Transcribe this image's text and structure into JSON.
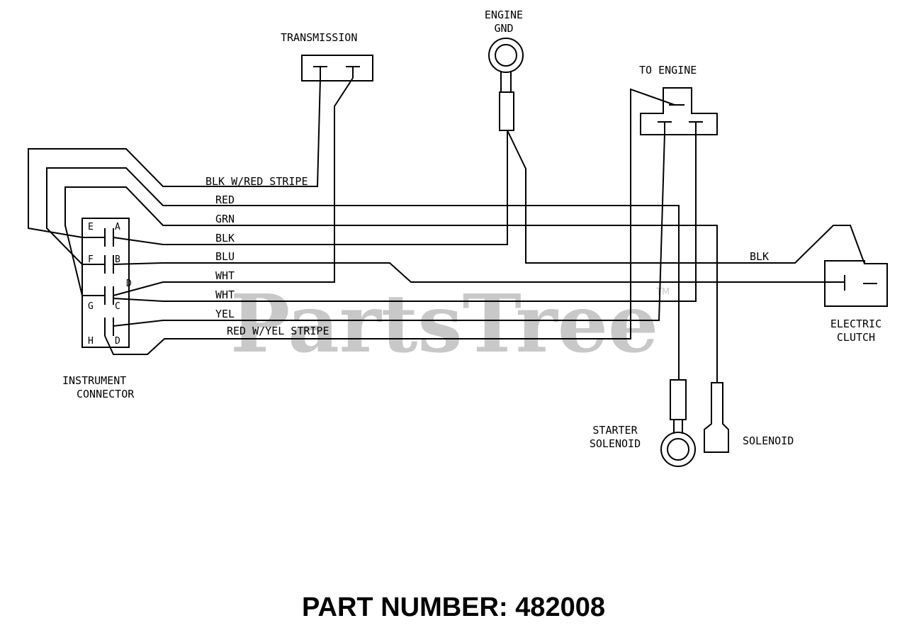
{
  "watermark": {
    "text": "PartsTree",
    "tm": "TM"
  },
  "components": {
    "transmission": "TRANSMISSION",
    "engine_gnd": [
      "ENGINE",
      "GND"
    ],
    "to_engine": "TO ENGINE",
    "electric_clutch": [
      "ELECTRIC",
      "CLUTCH"
    ],
    "instrument_connector": [
      "INSTRUMENT",
      "CONNECTOR"
    ],
    "starter_solenoid": [
      "STARTER",
      "SOLENOID"
    ],
    "solenoid": "SOLENOID"
  },
  "wires": {
    "blk_red_stripe": "BLK W/RED STRIPE",
    "red": "RED",
    "grn": "GRN",
    "blk": "BLK",
    "blu": "BLU",
    "wht_1": "WHT",
    "wht_2": "WHT",
    "yel": "YEL",
    "red_yel_stripe": "RED W/YEL STRIPE",
    "blk_clutch": "BLK"
  },
  "connector_pins": {
    "left": [
      "E",
      "F",
      "G",
      "H"
    ],
    "right": [
      "A",
      "B",
      "C",
      "D"
    ],
    "extra": "D"
  },
  "part_number": "PART NUMBER: 482008"
}
